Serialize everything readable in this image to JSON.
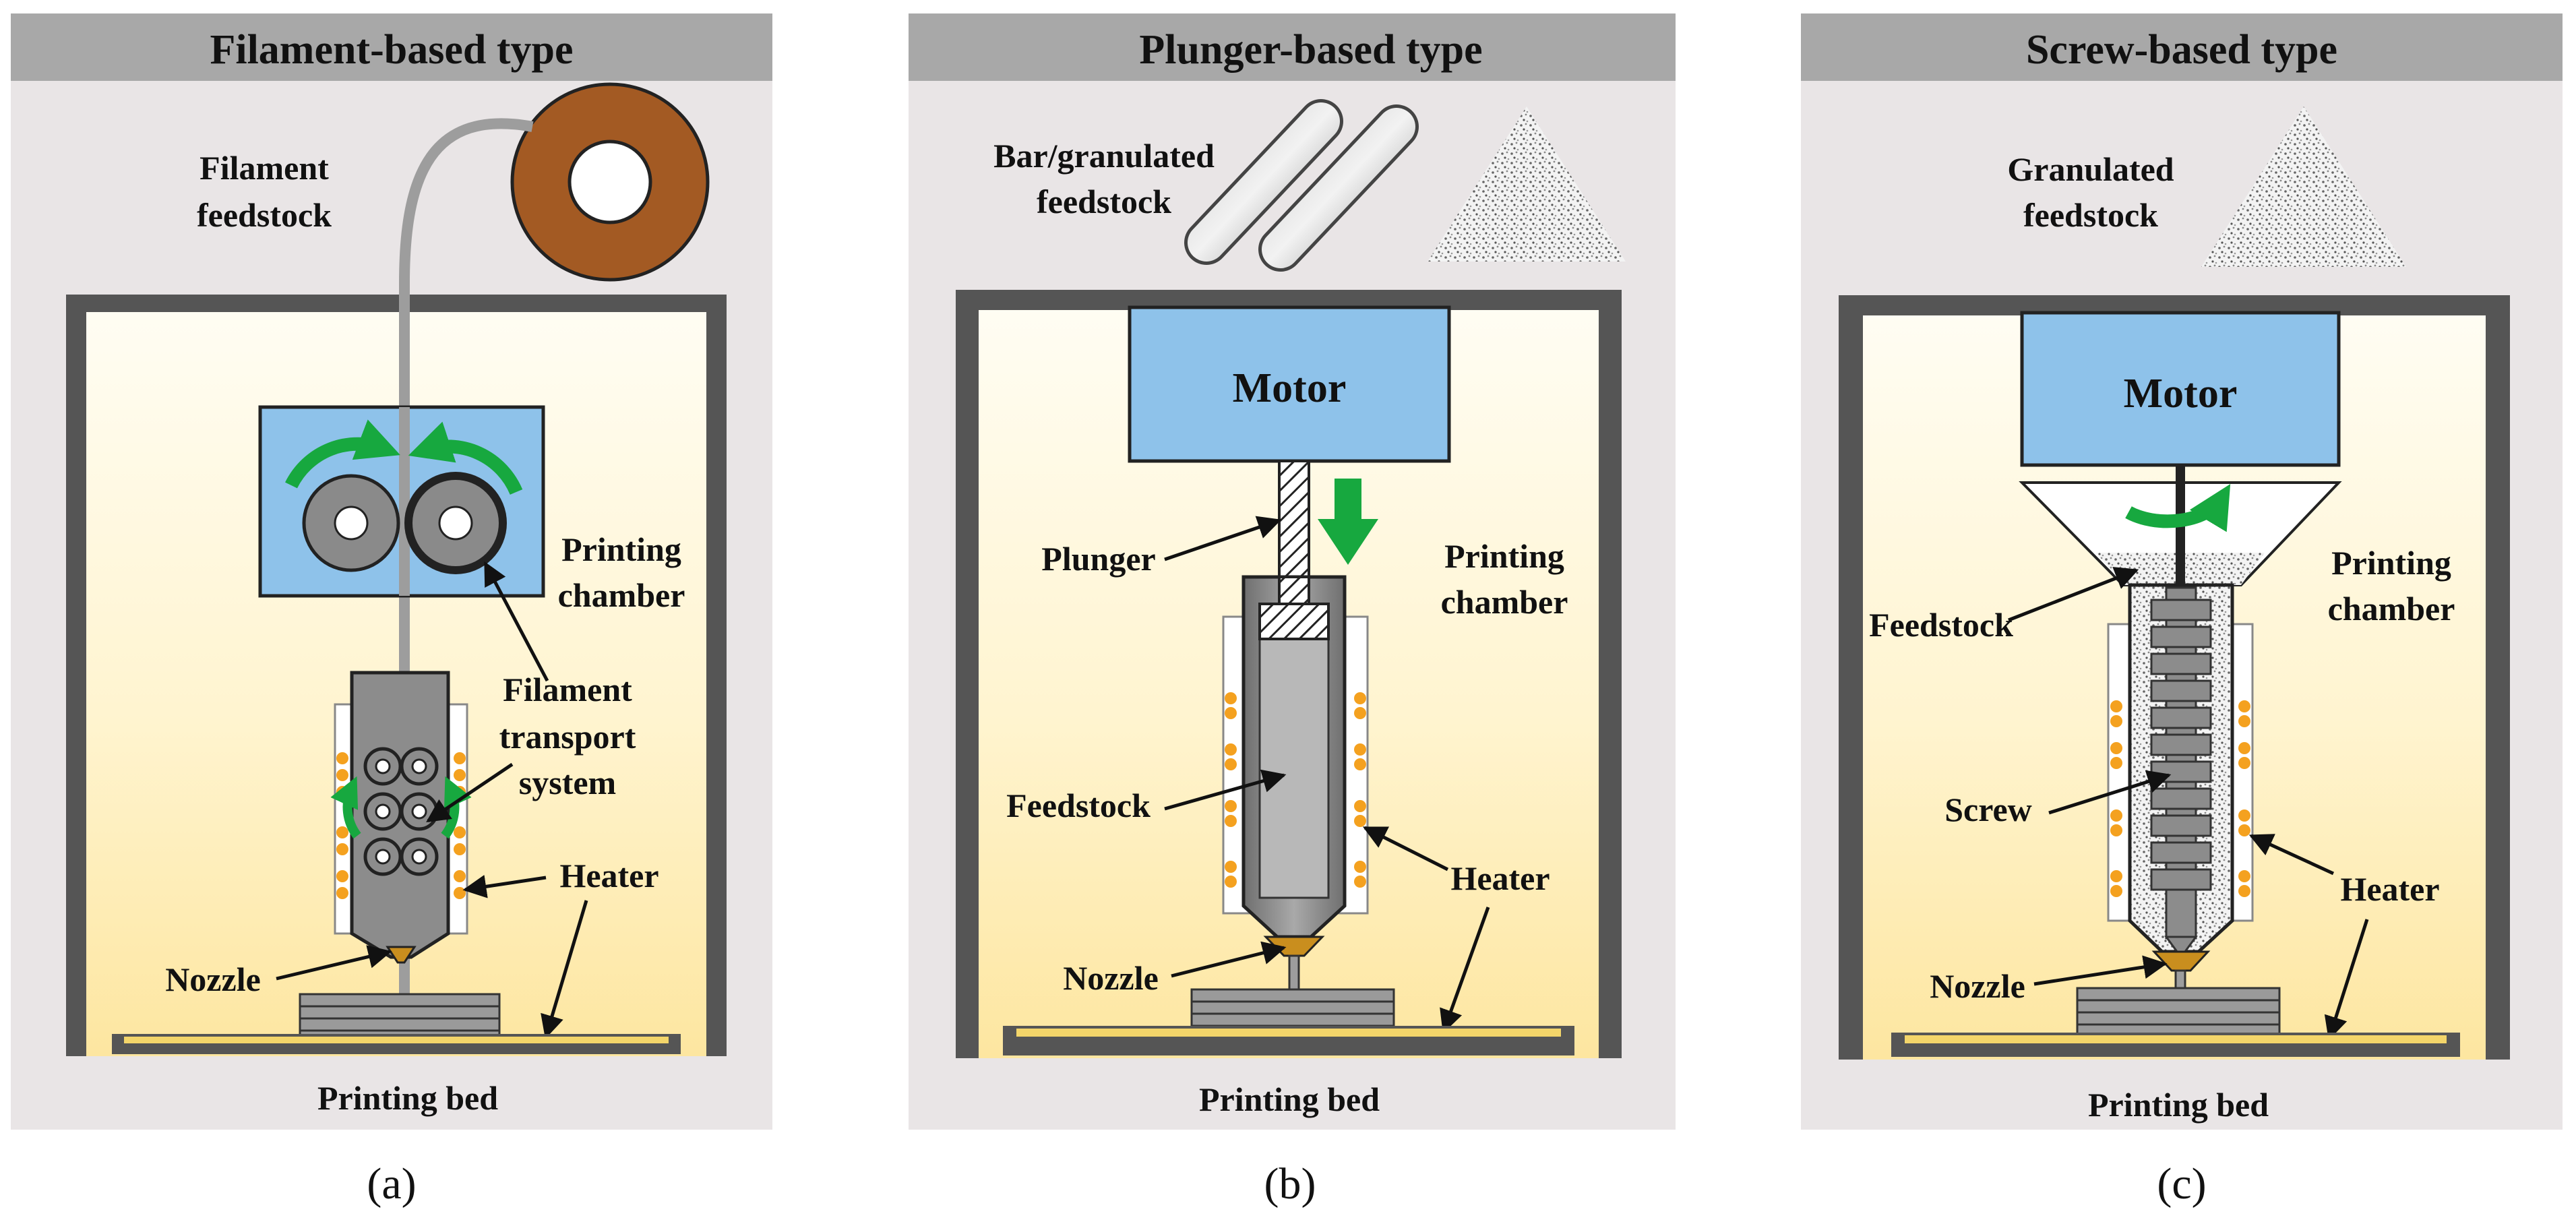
{
  "colors": {
    "panel_bg": "#e9e5e6",
    "title_bar": "#a8a8a8",
    "chamber_top": "#fffdf3",
    "chamber_bottom": "#fde9a8",
    "frame": "#555555",
    "motor_blue": "#8ec2ea",
    "arrow_green": "#17a83f",
    "heater_dot": "#f4a11f",
    "spool_brown": "#a35a23",
    "nozzle_gold": "#c98e1e",
    "metal_gray": "#8c8c8c",
    "bed_yellow": "#f3d56a"
  },
  "panels": [
    {
      "title": "Filament-based type",
      "caption": "(a)",
      "feedstock_label": [
        "Filament",
        "feedstock"
      ],
      "chamber_label": [
        "Printing",
        "chamber"
      ],
      "transport_label": [
        "Filament",
        "transport",
        "system"
      ],
      "heater_label": "Heater",
      "nozzle_label": "Nozzle",
      "bed_label": "Printing bed"
    },
    {
      "title": "Plunger-based type",
      "caption": "(b)",
      "feedstock_label": [
        "Bar/granulated",
        "feedstock"
      ],
      "motor_label": "Motor",
      "plunger_label": "Plunger",
      "chamber_label": [
        "Printing",
        "chamber"
      ],
      "feedstock_inner_label": "Feedstock",
      "heater_label": "Heater",
      "nozzle_label": "Nozzle",
      "bed_label": "Printing bed"
    },
    {
      "title": "Screw-based type",
      "caption": "(c)",
      "feedstock_label": [
        "Granulated",
        "feedstock"
      ],
      "motor_label": "Motor",
      "chamber_label": [
        "Printing",
        "chamber"
      ],
      "feedstock_inner_label": "Feedstock",
      "screw_label": "Screw",
      "heater_label": "Heater",
      "nozzle_label": "Nozzle",
      "bed_label": "Printing bed"
    }
  ]
}
